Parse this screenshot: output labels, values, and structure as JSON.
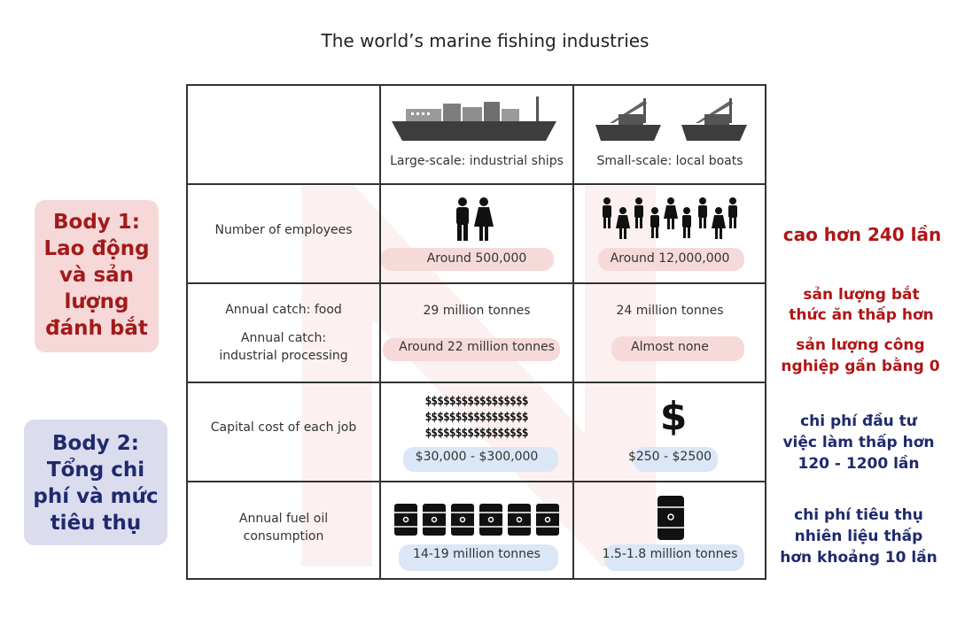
{
  "title": "The world’s marine fishing industries",
  "columns": [
    "Large-scale: industrial ships",
    "Small-scale: local boats"
  ],
  "rows": {
    "employees": {
      "label": "Number of employees",
      "large": "Around 500,000",
      "small": "Around 12,000,000"
    },
    "catch": {
      "label_food": "Annual catch: food",
      "label_industrial_1": "Annual catch:",
      "label_industrial_2": "industrial processing",
      "large_food": "29 million tonnes",
      "small_food": "24 million tonnes",
      "large_industrial": "Around 22 million tonnes",
      "small_industrial": "Almost none"
    },
    "capital": {
      "label": "Capital cost of each job",
      "large_symbols": "$$$$$$$$$$$$$$$$$",
      "large": "$30,000 - $300,000",
      "small_symbol": "$",
      "small": "$250 - $2500"
    },
    "fuel": {
      "label_1": "Annual fuel oil",
      "label_2": "consumption",
      "large": "14-19 million tonnes",
      "small": "1.5-1.8 million tonnes"
    }
  },
  "body_boxes": {
    "body1": [
      "Body 1:",
      "Lao động",
      "và sản",
      "lượng",
      "đánh bắt"
    ],
    "body2": [
      "Body 2:",
      "Tổng chi",
      "phí và mức",
      "tiêu thụ"
    ]
  },
  "notes": {
    "employees": "cao hơn 240 lần",
    "catch_food": [
      "sản lượng bắt",
      "thức ăn thấp hơn"
    ],
    "catch_industrial": [
      "sản lượng công",
      "nghiệp gần bằng 0"
    ],
    "capital": [
      "chi phí đầu tư",
      "việc làm thấp hơn",
      "120 - 1200 lần"
    ],
    "fuel": [
      "chi phí tiêu thụ",
      "nhiên liệu thấp",
      "hơn khoảng 10 lần"
    ]
  },
  "colors": {
    "red_text": "#b01515",
    "navy_text": "#1e2a6e",
    "red_highlight": "#f6dada",
    "blue_highlight": "#dbe6f6"
  },
  "icons": [
    "industrial-ship-icon",
    "local-boat-icon",
    "person-icon",
    "oil-barrel-icon"
  ]
}
